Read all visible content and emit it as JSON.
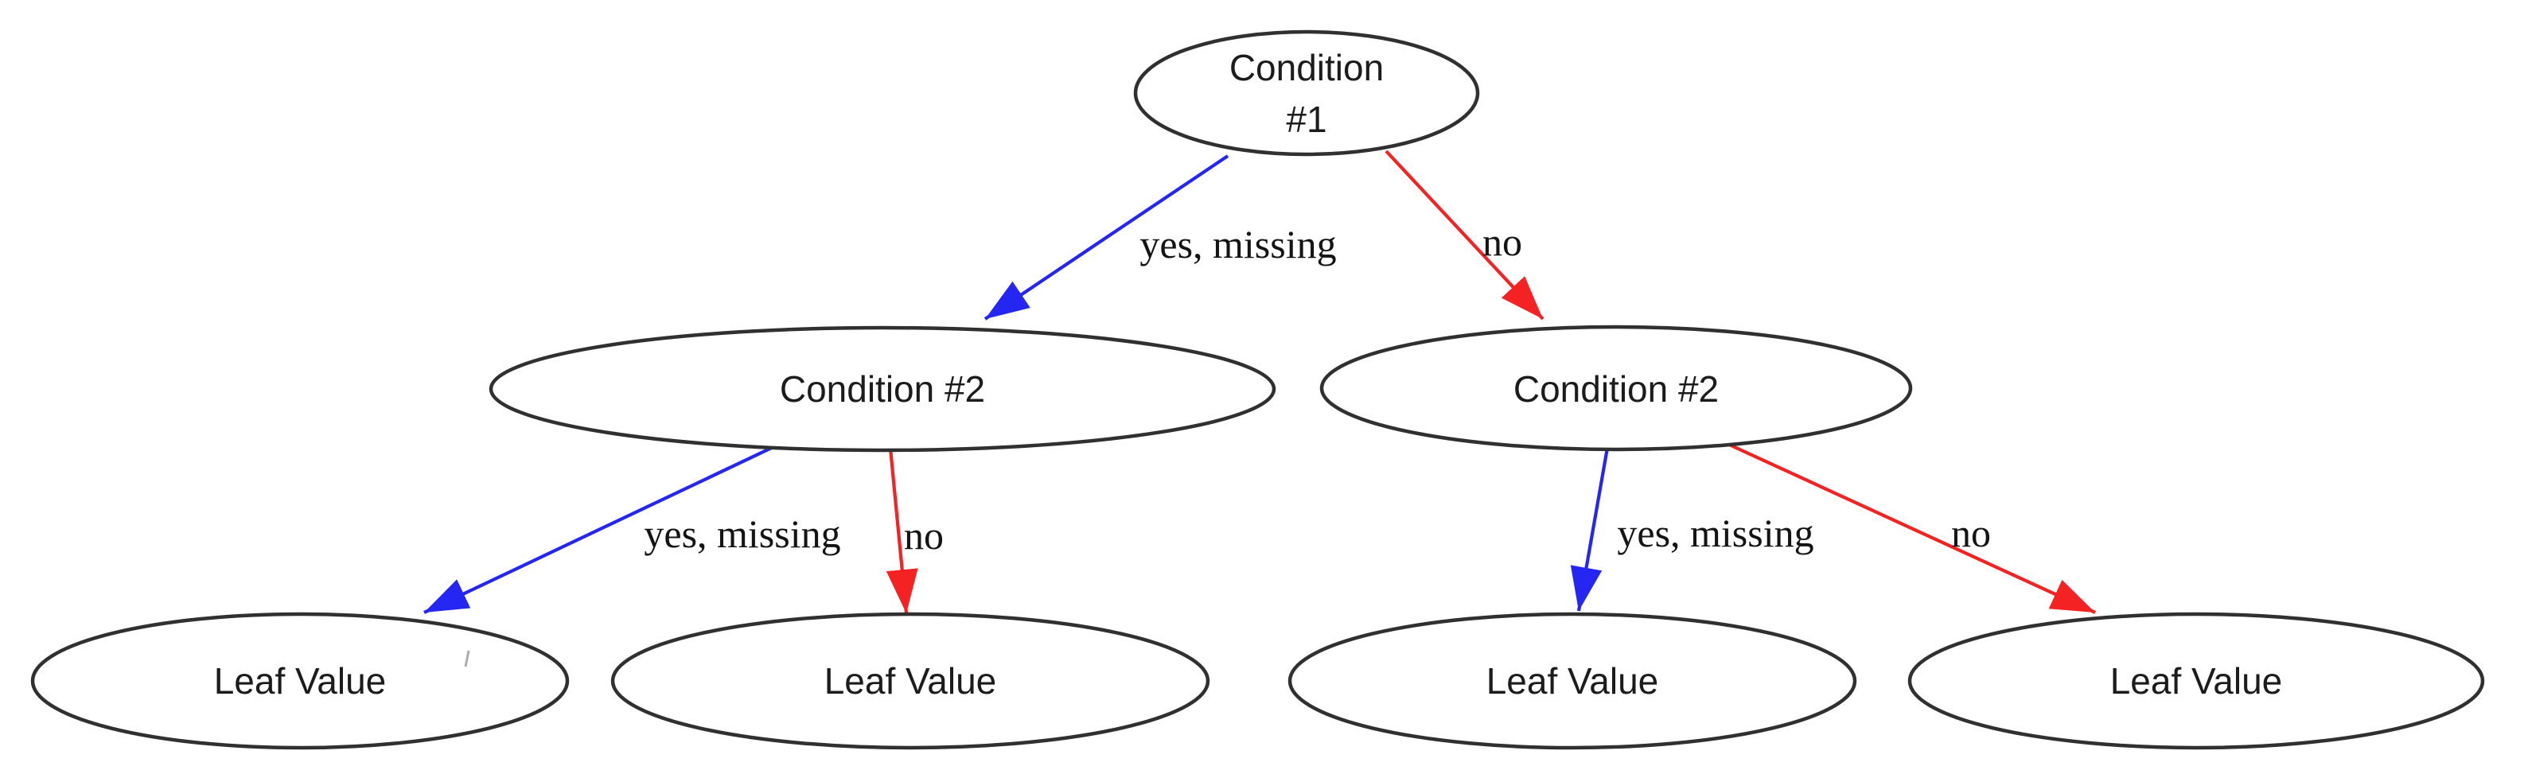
{
  "diagram": {
    "title": "decision-tree",
    "nodes": {
      "root": {
        "line1": "Condition",
        "line2": "#1"
      },
      "cond_left": {
        "label": "Condition #2"
      },
      "cond_right": {
        "label": "Condition #2"
      },
      "leaf1": {
        "label": "Leaf Value"
      },
      "leaf2": {
        "label": "Leaf Value"
      },
      "leaf3": {
        "label": "Leaf Value"
      },
      "leaf4": {
        "label": "Leaf Value"
      }
    },
    "edges": {
      "root_yes": {
        "label": "yes, missing"
      },
      "root_no": {
        "label": "no"
      },
      "left_yes": {
        "label": "yes, missing"
      },
      "left_no": {
        "label": "no"
      },
      "right_yes": {
        "label": "yes, missing"
      },
      "right_no": {
        "label": "no"
      }
    }
  },
  "colors": {
    "yes_edge": "#2626f2",
    "no_edge": "#f42222",
    "node_outline": "#303030",
    "background": "#ffffff"
  }
}
